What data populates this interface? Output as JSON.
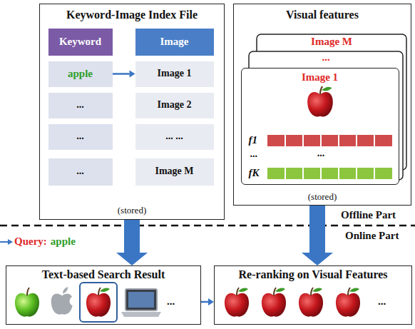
{
  "diagram": {
    "nodes": [
      {
        "text": [
          "Keyword-Image Index File",
          "(stored)"
        ]
      },
      {
        "text": [
          "Keyword"
        ],
        "in": 0
      },
      {
        "text": [
          "apple"
        ],
        "in": 0
      },
      {
        "text": [
          "..."
        ],
        "in": 0
      },
      {
        "text": [
          "..."
        ],
        "in": 0
      },
      {
        "text": [
          "..."
        ],
        "in": 0
      },
      {
        "text": [
          "Image"
        ],
        "in": 0
      },
      {
        "text": [
          "Image 1"
        ],
        "in": 0
      },
      {
        "text": [
          "Image 2"
        ],
        "in": 0
      },
      {
        "text": [
          "... ..."
        ],
        "in": 0
      },
      {
        "text": [
          "Image M"
        ],
        "in": 0
      },
      {
        "text": [
          "Visual features",
          "(stored)"
        ]
      },
      {
        "text": [
          "Image 1",
          "f1",
          "...",
          "fK"
        ],
        "in": 11
      },
      {
        "text": [
          "Text-based Search Result"
        ]
      },
      {
        "text": [
          "Re-ranking on Visual Features"
        ]
      }
    ],
    "edges": [
      {
        "from": 2,
        "to": 7,
        "arrow": "to"
      },
      {
        "from": 0,
        "to": 13,
        "arrow": "to"
      },
      {
        "from": 11,
        "to": 14,
        "arrow": "to"
      },
      {
        "from": 13,
        "to": 14,
        "arrow": "to"
      }
    ],
    "labels": [
      "Image M",
      "...",
      "...",
      "Offline Part",
      "Online Part",
      "Query:",
      "apple",
      "...",
      "..."
    ]
  }
}
